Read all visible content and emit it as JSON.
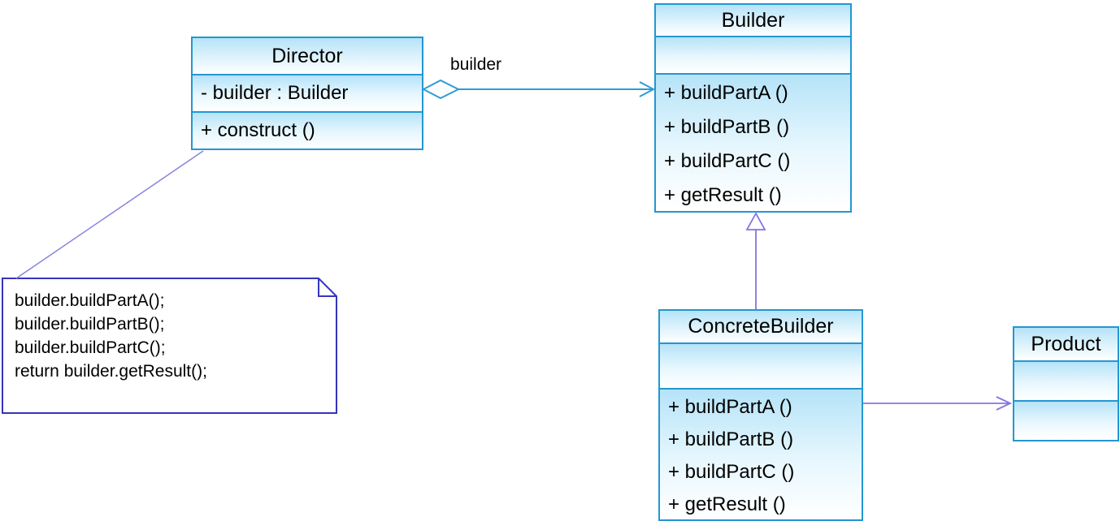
{
  "classes": {
    "director": {
      "name": "Director",
      "attributes": [
        "- builder : Builder"
      ],
      "methods": [
        "+ construct ()"
      ]
    },
    "builder": {
      "name": "Builder",
      "attributes": [],
      "methods": [
        "+ buildPartA ()",
        "+ buildPartB ()",
        "+ buildPartC ()",
        "+ getResult ()"
      ]
    },
    "concrete_builder": {
      "name": "ConcreteBuilder",
      "attributes": [],
      "methods": [
        "+ buildPartA ()",
        "+ buildPartB ()",
        "+ buildPartC ()",
        "+ getResult ()"
      ]
    },
    "product": {
      "name": "Product",
      "attributes": [],
      "methods": []
    }
  },
  "note": {
    "lines": [
      "builder.buildPartA();",
      "builder.buildPartB();",
      "builder.buildPartC();",
      "return builder.getResult();"
    ]
  },
  "relationships": {
    "director_builder": {
      "type": "aggregation",
      "label": "builder"
    },
    "concretebuilder_builder": {
      "type": "generalization"
    },
    "concretebuilder_product": {
      "type": "dependency"
    }
  },
  "colors": {
    "class_border": "#2496d2",
    "class_gradient_top": "#b5e3f8",
    "association_line": "#2e9bd6",
    "generalization_line": "#8375e0",
    "note_border": "#3535bd",
    "note_connector": "#8585dd",
    "text": "#000000"
  }
}
